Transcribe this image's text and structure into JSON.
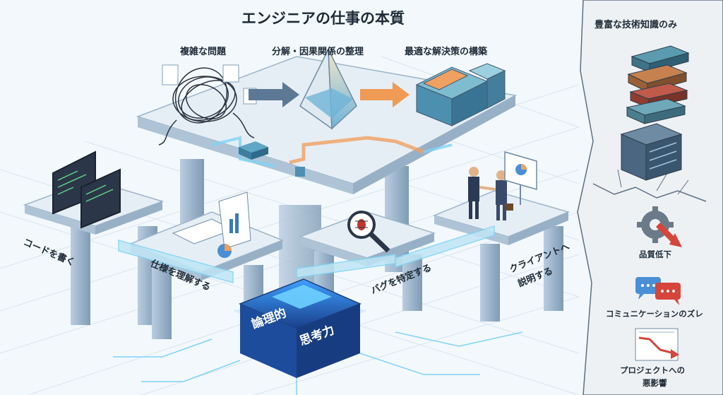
{
  "title": "エンジニアの仕事の本質",
  "top_labels": {
    "complex": "複雑な問題",
    "analysis": "分解・因果関係の整理",
    "solution": "最適な解決策の構築"
  },
  "platform_labels": {
    "code": "コードを書く",
    "spec": "仕様を理解する",
    "bug": "バグを特定する",
    "client_line1": "クライアントへ",
    "client_line2": "説明する"
  },
  "core": {
    "line1": "論理的",
    "line2": "思考力"
  },
  "side_panel": {
    "title": "豊富な技術知識のみ",
    "items": [
      {
        "label": "品質低下",
        "icon": "gear-broken-icon"
      },
      {
        "label": "コミュニケーションのズレ",
        "icon": "speech-bubbles-icon"
      },
      {
        "label_line1": "プロジェクトへの",
        "label_line2": "悪影響",
        "icon": "declining-chart-icon"
      }
    ]
  },
  "colors": {
    "accent_blue": "#4a8fd6",
    "accent_orange": "#f0a060",
    "platform": "#dfeaf2",
    "pillar": "#9fb7cc",
    "core_glow": "#4fc3ff",
    "panel_bg": "#eef1f4"
  }
}
